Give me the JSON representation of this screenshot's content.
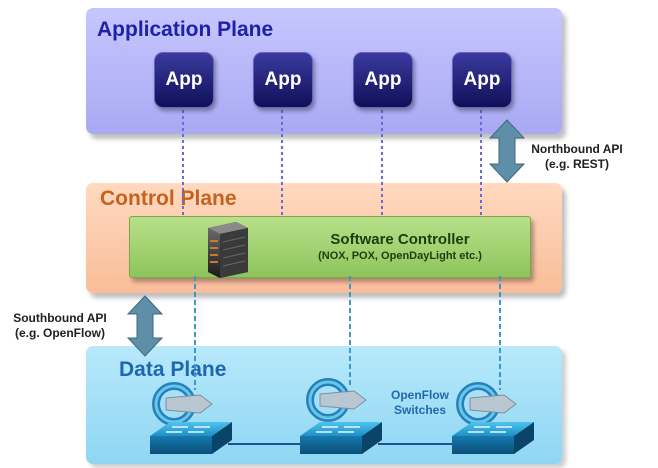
{
  "planes": {
    "application": "Application Plane",
    "control": "Control Plane",
    "data": "Data Plane"
  },
  "apps": [
    "App",
    "App",
    "App",
    "App"
  ],
  "controller": {
    "title": "Software Controller",
    "subtitle": "(NOX, POX, OpenDayLight etc.)"
  },
  "northbound": {
    "line1": "Northbound API",
    "line2": "(e.g. REST)"
  },
  "southbound": {
    "line1": "Southbound API",
    "line2": "(e.g. OpenFlow)"
  },
  "switches": {
    "line1": "OpenFlow",
    "line2": "Switches"
  },
  "colors": {
    "application_plane": "#b8b8fa",
    "control_plane": "#fcc9a8",
    "data_plane": "#a4dff7",
    "app_box": "#1f1f78",
    "controller_box": "#a4d374",
    "api_arrow": "#5f8ea8",
    "link_line": "#3a9ac4"
  },
  "icons": [
    "server-icon",
    "openflow-switch-icon",
    "double-arrow-icon"
  ]
}
